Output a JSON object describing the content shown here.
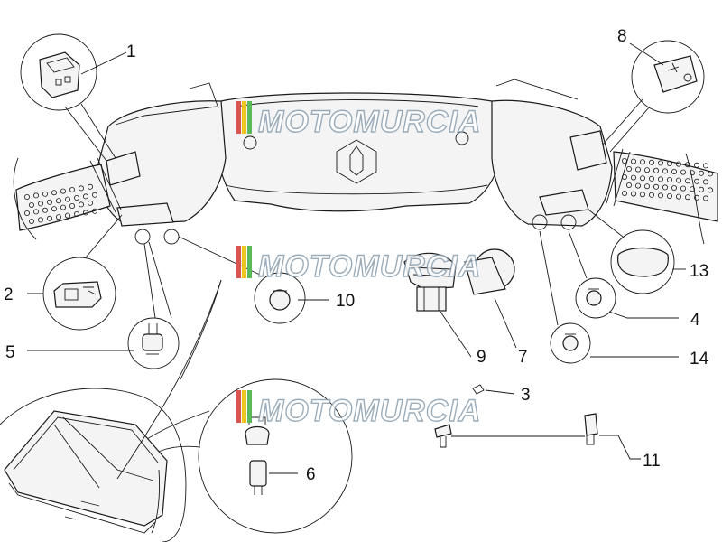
{
  "watermark": {
    "text": "MOTOMURCIA"
  },
  "callouts": {
    "c1": "1",
    "c2": "2",
    "c3": "3",
    "c4": "4",
    "c5": "5",
    "c6": "6",
    "c7": "7",
    "c8": "8",
    "c9": "9",
    "c10": "10",
    "c11": "11",
    "c13": "13",
    "c14": "14"
  },
  "colors": {
    "line": "#1a1a1a",
    "watermark_stroke": "#8a9fb0",
    "stripe_red": "#d9534f",
    "stripe_yellow": "#f0c419",
    "stripe_green": "#5cb85c"
  }
}
